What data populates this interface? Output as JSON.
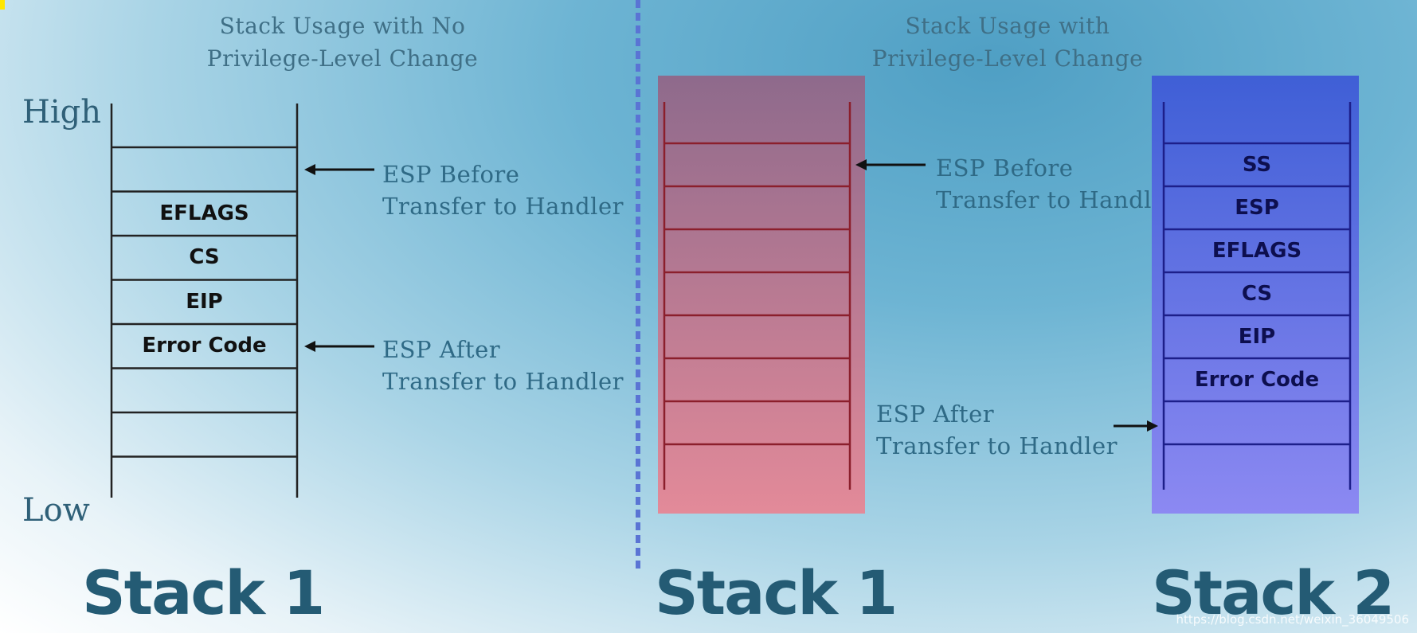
{
  "left_section": {
    "title": "Stack Usage with No\nPrivilege-Level Change",
    "axis_high": "High",
    "axis_low": "Low",
    "stack_label": "Stack 1",
    "cells": [
      "",
      "EFLAGS",
      "CS",
      "EIP",
      "Error Code",
      "",
      ""
    ],
    "annotation_before": "ESP Before\nTransfer to Handler",
    "annotation_after": "ESP After\nTransfer to Handler"
  },
  "right_section": {
    "title": "Stack Usage with\nPrivilege-Level Change",
    "stack1_label": "Stack 1",
    "stack2_label": "Stack 2",
    "stack2_cells": [
      "",
      "SS",
      "ESP",
      "EFLAGS",
      "CS",
      "EIP",
      "Error Code",
      ""
    ],
    "annotation_before": "ESP Before\nTransfer to Handler",
    "annotation_after": "ESP After\nTransfer to Handler"
  },
  "colors": {
    "stack1_fill_top": "#8e6a8c",
    "stack1_fill_bottom": "#e38a99",
    "stack2_fill_top": "#3f5fd6",
    "stack2_fill_bottom": "#8c89f2",
    "line_dark": "#222222",
    "line_red": "#8b1f2c",
    "line_blue": "#1d1f8a"
  },
  "watermark": "https://blog.csdn.net/weixin_36049506"
}
